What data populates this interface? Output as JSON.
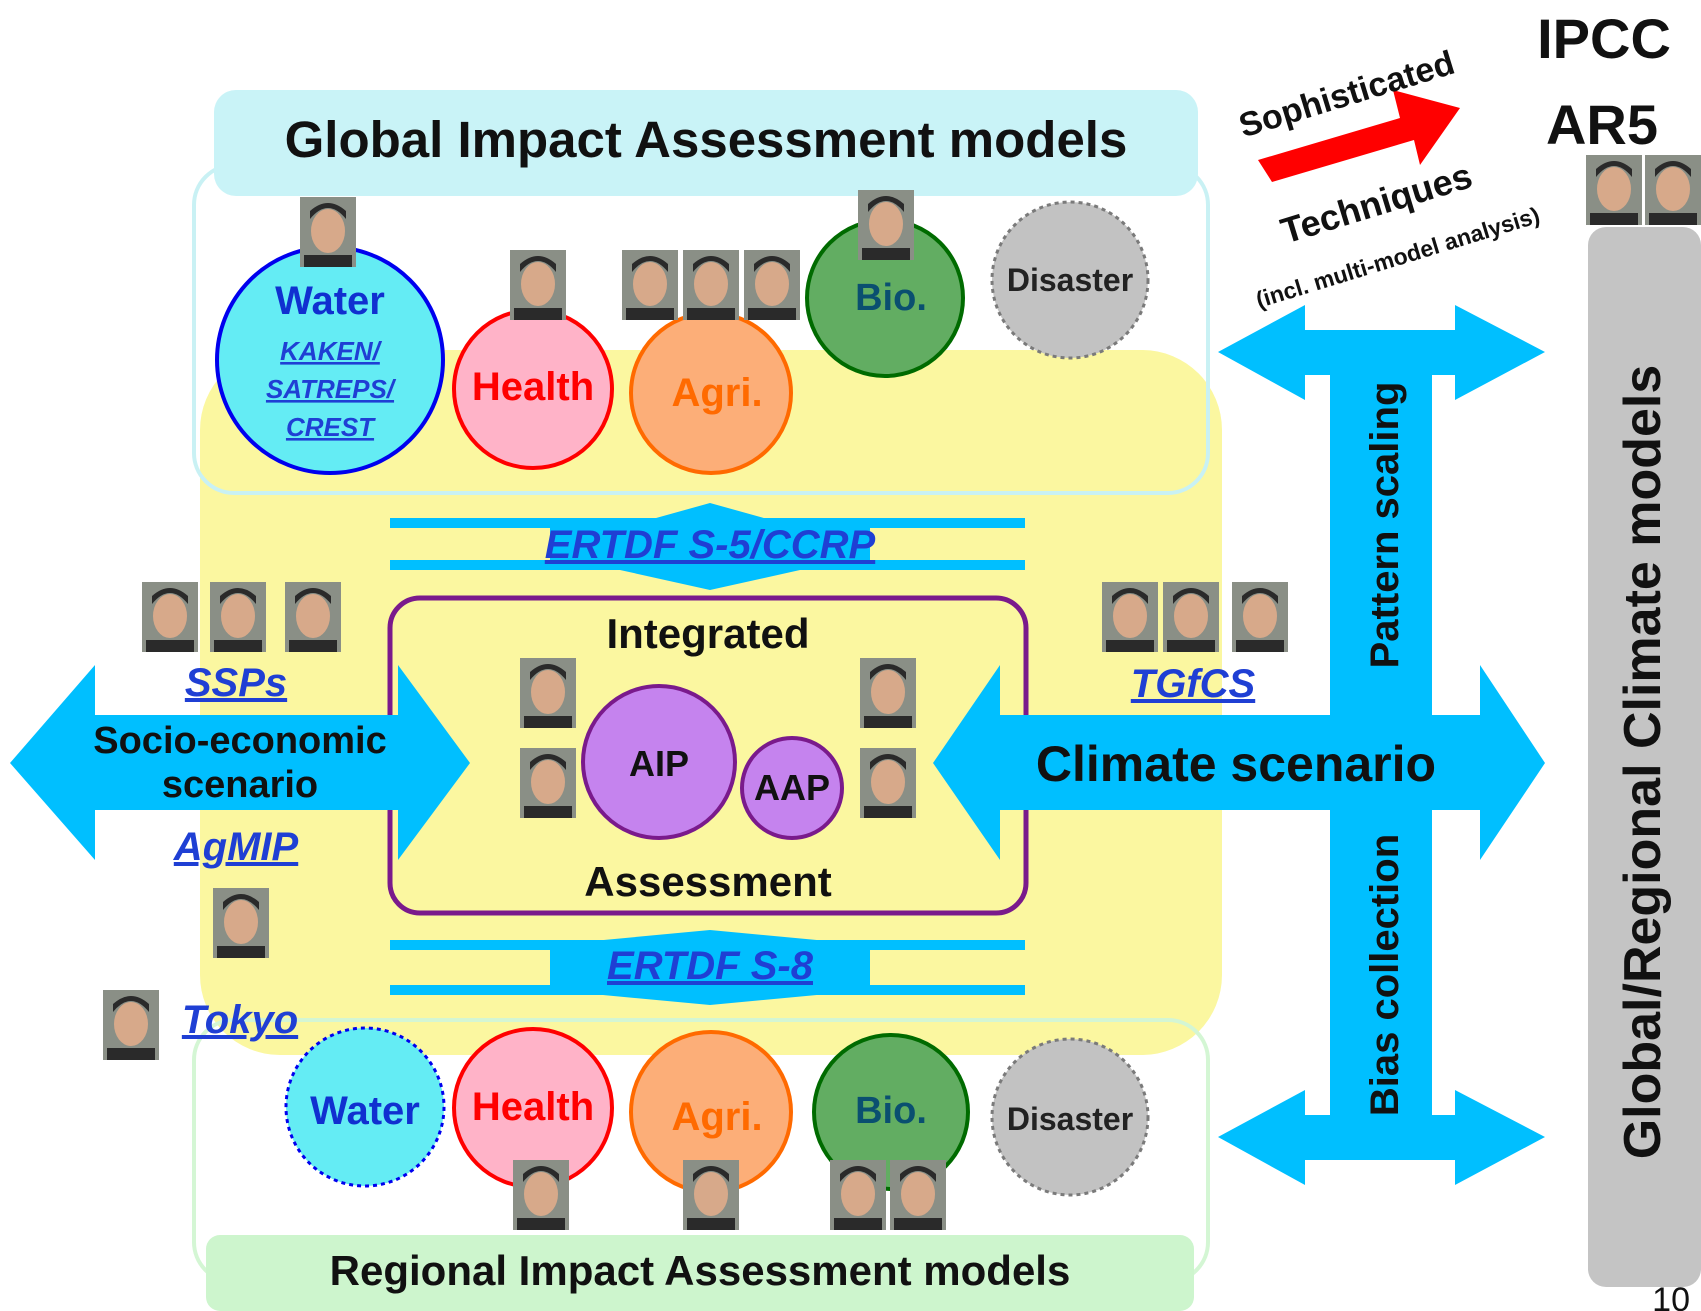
{
  "global_header": "Global Impact Assessment models",
  "regional_header": "Regional Impact Assessment models",
  "ipcc": {
    "line1": "IPCC",
    "line2": "AR5"
  },
  "sophisticated": "Sophisticated",
  "techniques": "Techniques",
  "techniques_note": "(incl. multi-model analysis)",
  "climate_models": "Global/Regional Climate models",
  "pattern_scaling": "Pattern scaling",
  "bias_collection": "Bias collection",
  "climate_scenario": "Climate scenario",
  "socio": {
    "line1": "Socio-economic",
    "line2": "scenario"
  },
  "links": {
    "kaken": "KAKEN/",
    "satreps": "SATREPS/",
    "crest": "CREST",
    "ertdf_s5": "ERTDF S-5/CCRP",
    "ertdf_s8": "ERTDF S-8",
    "ssps": "SSPs",
    "agmip": "AgMIP",
    "tokyo": "Tokyo",
    "tgfcs": "TGfCS"
  },
  "integrated": {
    "top": "Integrated",
    "bottom": "Assessment",
    "aip": "AIP",
    "aap": "AAP"
  },
  "global_sectors": {
    "water": "Water",
    "health": "Health",
    "agri": "Agri.",
    "bio": "Bio.",
    "disaster": "Disaster"
  },
  "regional_sectors": {
    "water": "Water",
    "health": "Health",
    "agri": "Agri.",
    "bio": "Bio.",
    "disaster": "Disaster"
  },
  "page_number": "10",
  "colors": {
    "arrow_blue": "#00bfff",
    "yellow_area": "#fbf7a0",
    "purple": "#c583ee",
    "purple_border": "#7a1a8c",
    "link_blue": "#1f3fd4",
    "red_arrow": "#ff0000"
  }
}
